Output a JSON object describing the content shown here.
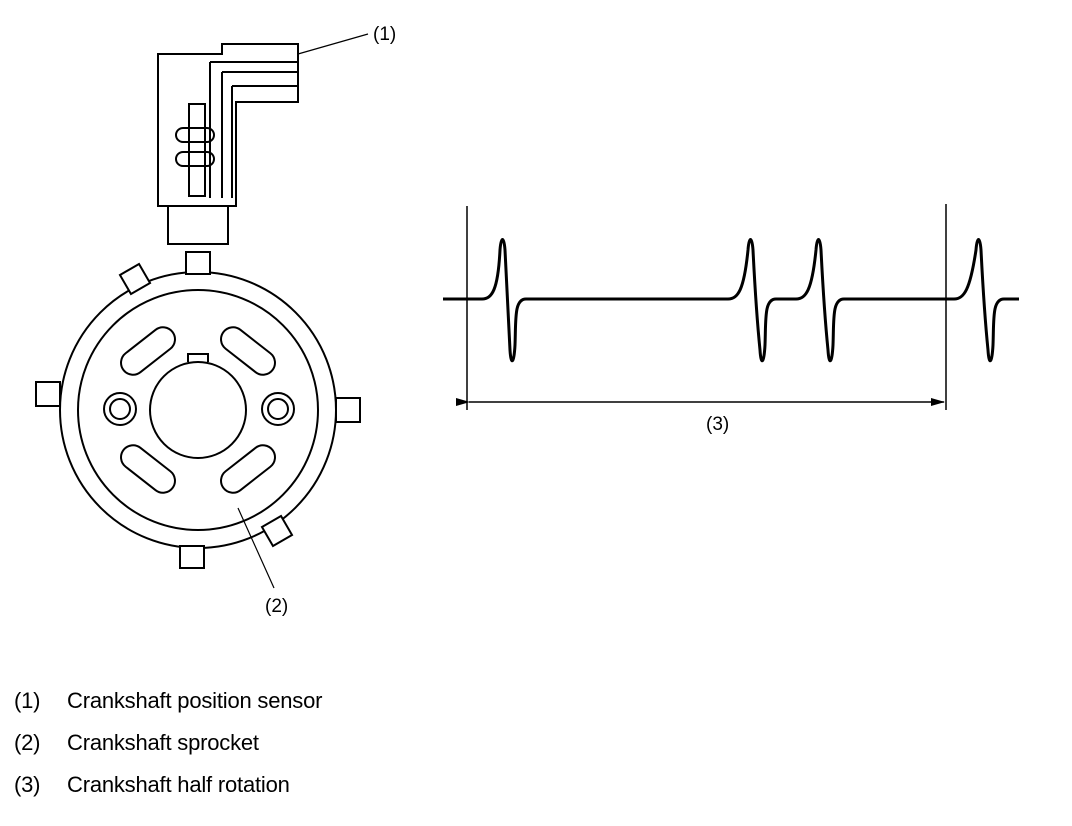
{
  "diagram": {
    "sensor_callout": "(1)",
    "sprocket_callout": "(2)",
    "rotation_callout": "(3)"
  },
  "legend": [
    {
      "number": "(1)",
      "text": "Crankshaft position sensor"
    },
    {
      "number": "(2)",
      "text": "Crankshaft sprocket"
    },
    {
      "number": "(3)",
      "text": "Crankshaft half rotation"
    }
  ],
  "colors": {
    "ink": "#000000",
    "background": "#ffffff"
  }
}
